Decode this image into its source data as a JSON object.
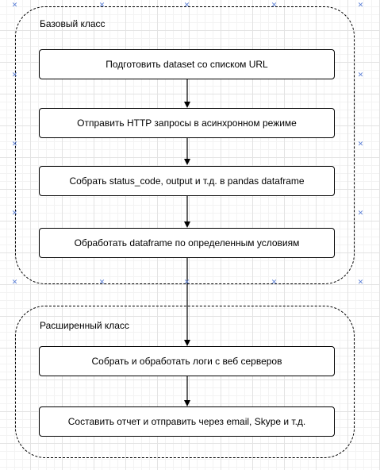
{
  "groups": {
    "base": {
      "label": "Базовый класс",
      "steps": [
        "Подготовить dataset  со списком URL",
        "Отправить HTTP запросы в асинхронном режиме",
        "Собрать status_code, output и т.д. в pandas dataframe",
        "Обработать dataframe по определенным условиям"
      ]
    },
    "extended": {
      "label": "Расширенный класс",
      "steps": [
        "Собрать и обработать логи с веб серверов",
        "Составить отчет и отправить через email, Skype и т.д."
      ]
    }
  },
  "colors": {
    "border": "#000000",
    "selection_handle": "#5b7fd6"
  },
  "icons": {
    "selection_handle": "cross-handle-icon"
  }
}
